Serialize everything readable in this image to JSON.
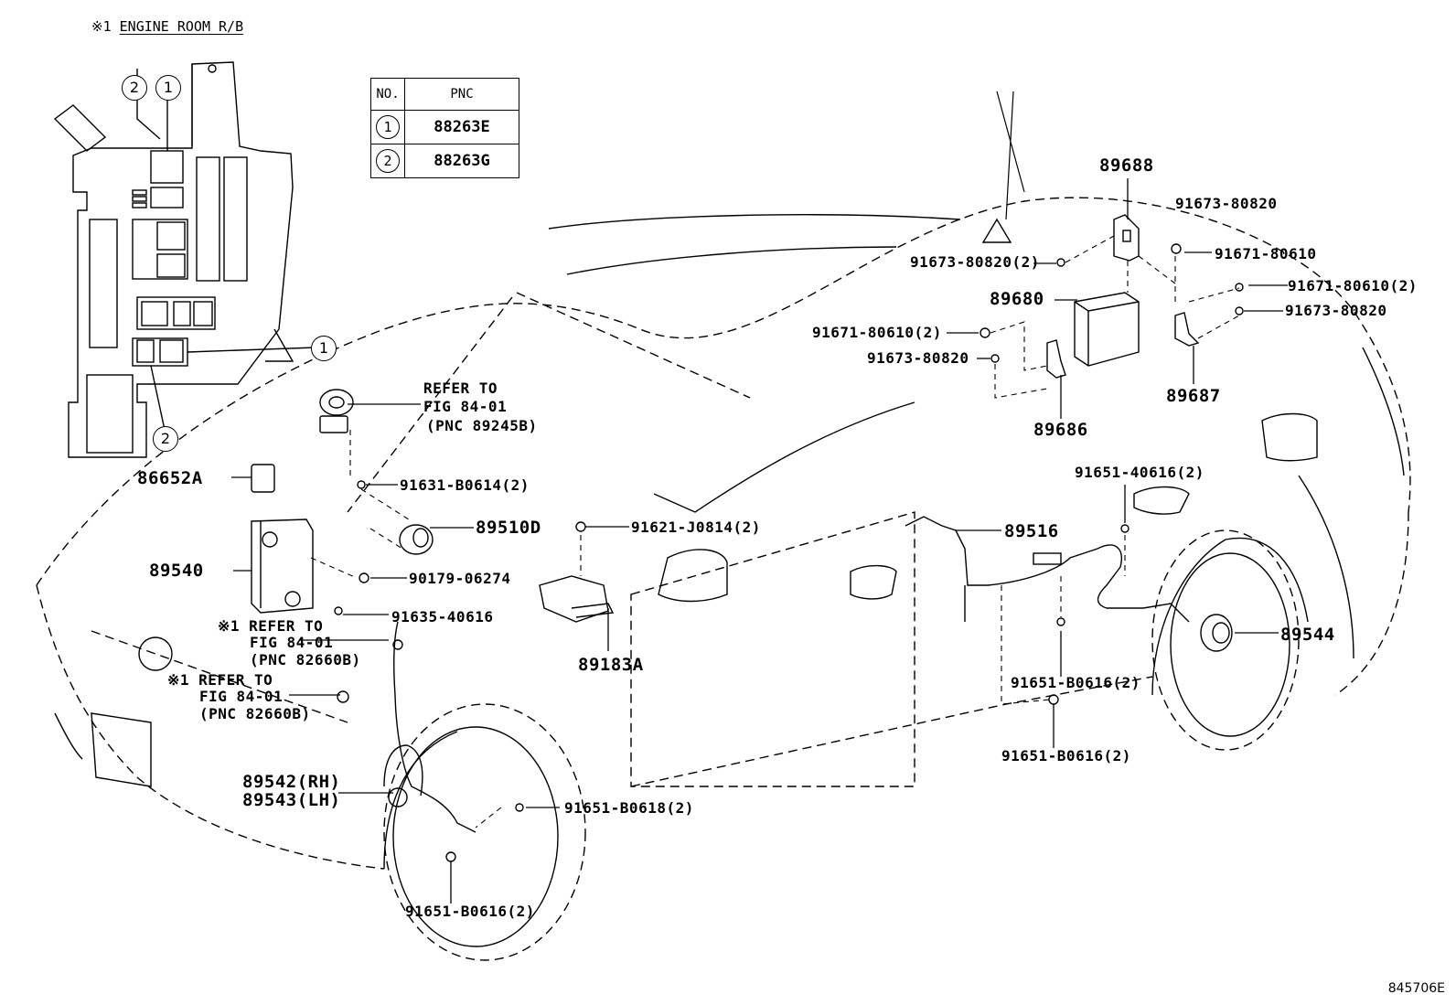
{
  "title": {
    "prefix": "※1",
    "text": "ENGINE ROOM R/B"
  },
  "pnc_table": {
    "headers": [
      "NO.",
      "PNC"
    ],
    "rows": [
      {
        "no": "1",
        "pnc": "88263E"
      },
      {
        "no": "2",
        "pnc": "88263G"
      }
    ]
  },
  "relay_block_callouts": [
    "2",
    "1",
    "1",
    "2"
  ],
  "labels": {
    "p89688": "89688",
    "p91673_80820_top": "91673-80820",
    "p91673_80820_2": "91673-80820(2)",
    "p91671_80610": "91671-80610",
    "p91671_80610_2_right": "91671-80610(2)",
    "p89680": "89680",
    "p91673_80820_right": "91673-80820",
    "p91671_80610_2_left": "91671-80610(2)",
    "p91673_80820_left": "91673-80820",
    "p89687": "89687",
    "p89686": "89686",
    "refer_89245b_l1": "REFER TO",
    "refer_89245b_l2": "FIG 84-01",
    "refer_89245b_l3": "(PNC 89245B)",
    "p86652a": "86652A",
    "p91631_b0614": "91631-B0614(2)",
    "p89510d": "89510D",
    "p89540": "89540",
    "p90179_06274": "90179-06274",
    "p91635_40616": "91635-40616",
    "refer_82660b_a_l1": "※1 REFER TO",
    "refer_82660b_a_l2": "FIG 84-01",
    "refer_82660b_a_l3": "(PNC 82660B)",
    "refer_82660b_b_l1": "※1 REFER TO",
    "refer_82660b_b_l2": "FIG 84-01",
    "refer_82660b_b_l3": "(PNC 82660B)",
    "p91621_j0814": "91621-J0814(2)",
    "p89183a": "89183A",
    "p89516": "89516",
    "p91651_40616": "91651-40616(2)",
    "p89544": "89544",
    "p91651_b0616_mid": "91651-B0616(2)",
    "p91651_b0616_low": "91651-B0616(2)",
    "p89542": "89542(RH)",
    "p89543": "89543(LH)",
    "p91651_b0618": "91651-B0618(2)",
    "p91651_b0616_front": "91651-B0616(2)"
  },
  "figure_number": "845706E"
}
